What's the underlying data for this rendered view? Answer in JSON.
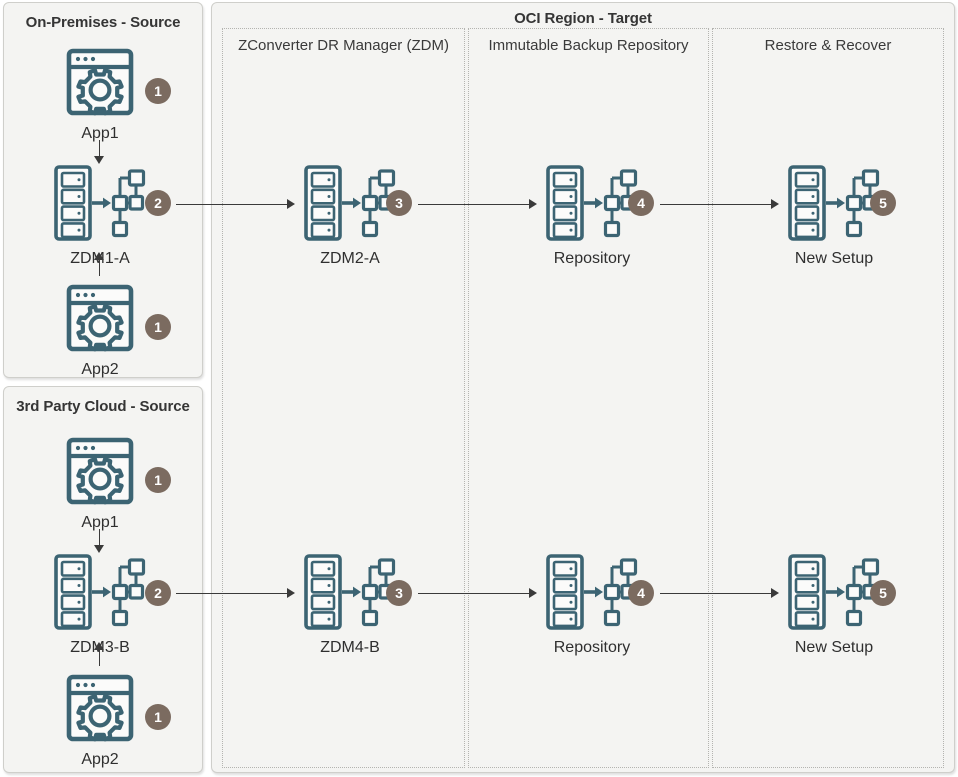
{
  "theme": {
    "icon_color": "#3c6473",
    "badge_color": "#7b6b60",
    "panel_bg": "#f4f4f2",
    "panel_border": "#cfcfcb",
    "subpanel_border": "#b4b4b0",
    "line_color": "#3a3a3a",
    "page_bg": "#ffffff"
  },
  "panels": {
    "onprem": {
      "title": "On-Premises - Source"
    },
    "thirdparty": {
      "title": "3rd Party Cloud - Source"
    },
    "oci": {
      "title": "OCI Region - Target"
    }
  },
  "subpanels": [
    {
      "id": "zdm",
      "title": "ZConverter DR Manager (ZDM)"
    },
    {
      "id": "repo",
      "title": "Immutable Backup Repository"
    },
    {
      "id": "restore",
      "title": "Restore & Recover"
    }
  ],
  "rows": [
    {
      "id": "row-a",
      "source_panel": "onprem",
      "app_top": {
        "label": "App1",
        "badge": "1",
        "icon": "app-window-gear-icon"
      },
      "server": {
        "label": "ZDM1-A",
        "badge": "2",
        "icon": "server-network-icon"
      },
      "app_bottom": {
        "label": "App2",
        "badge": "1",
        "icon": "app-window-gear-icon"
      },
      "targets": [
        {
          "label": "ZDM2-A",
          "badge": "3",
          "icon": "server-network-icon"
        },
        {
          "label": "Repository",
          "badge": "4",
          "icon": "server-network-icon"
        },
        {
          "label": "New Setup",
          "badge": "5",
          "icon": "server-network-icon"
        }
      ]
    },
    {
      "id": "row-b",
      "source_panel": "thirdparty",
      "app_top": {
        "label": "App1",
        "badge": "1",
        "icon": "app-window-gear-icon"
      },
      "server": {
        "label": "ZDM3-B",
        "badge": "2",
        "icon": "server-network-icon"
      },
      "app_bottom": {
        "label": "App2",
        "badge": "1",
        "icon": "app-window-gear-icon"
      },
      "targets": [
        {
          "label": "ZDM4-B",
          "badge": "3",
          "icon": "server-network-icon"
        },
        {
          "label": "Repository",
          "badge": "4",
          "icon": "server-network-icon"
        },
        {
          "label": "New Setup",
          "badge": "5",
          "icon": "server-network-icon"
        }
      ]
    }
  ]
}
